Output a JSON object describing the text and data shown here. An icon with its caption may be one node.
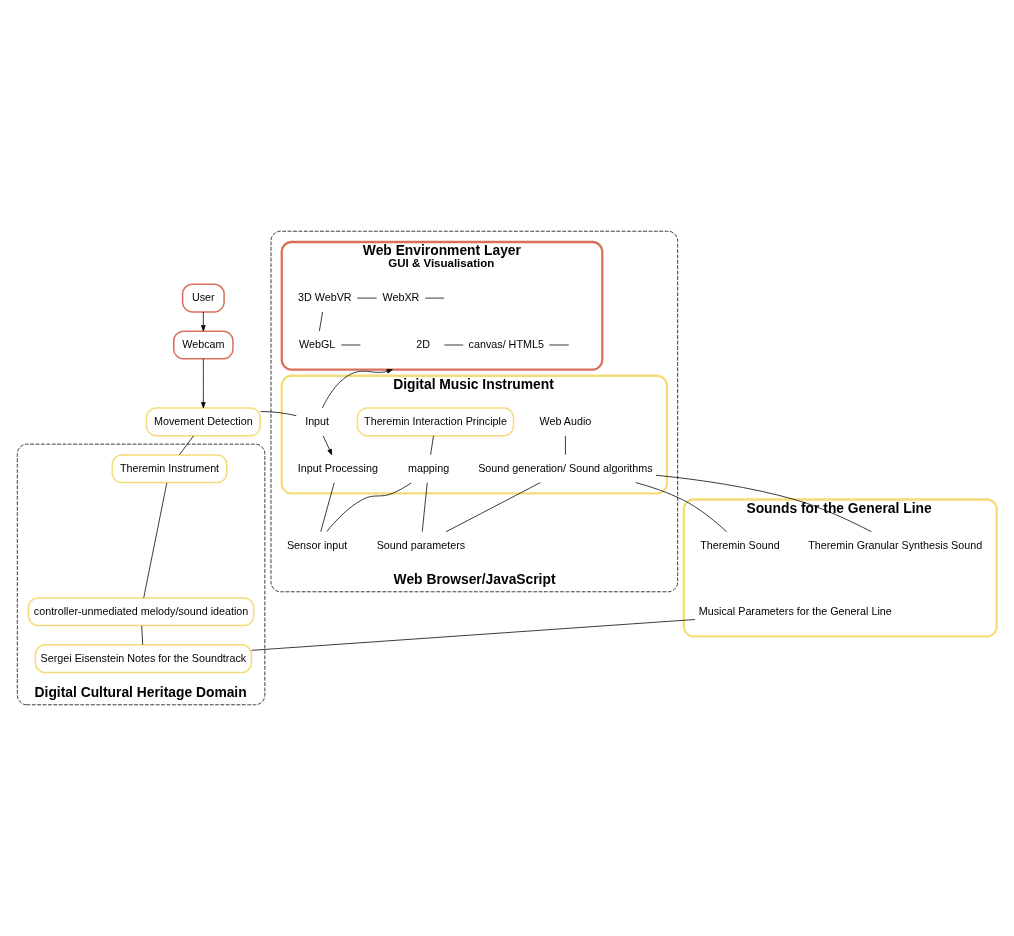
{
  "diagram": {
    "nodes": [
      {
        "text": [
          "Web Browser/JavaScript"
        ]
      },
      {
        "text": [
          "Web Environment Layer",
          "GUI & Visualisation"
        ],
        "in": 0
      },
      {
        "text": [
          "2D"
        ],
        "in": 1
      },
      {
        "text": [
          "canvas/ HTML5"
        ],
        "in": 1
      },
      {
        "text": [
          "3D WebVR"
        ],
        "in": 1
      },
      {
        "text": [
          "WebXR"
        ],
        "in": 1
      },
      {
        "text": [
          "WebGL"
        ],
        "in": 1
      },
      {
        "text": [
          "Digital Music Instrument"
        ],
        "in": 0
      },
      {
        "text": [
          "Input"
        ],
        "in": 7
      },
      {
        "text": [
          "Input Processing"
        ],
        "in": 7
      },
      {
        "text": [
          "Theremin Interaction Principle"
        ],
        "in": 7
      },
      {
        "text": [
          "mapping"
        ],
        "in": 7
      },
      {
        "text": [
          "Web Audio"
        ],
        "in": 7
      },
      {
        "text": [
          "Sound generation/ Sound algorithms"
        ],
        "in": 7
      },
      {
        "text": [
          "Sensor input"
        ],
        "in": 0
      },
      {
        "text": [
          "Sound parameters"
        ],
        "in": 0
      },
      {
        "text": [
          "User"
        ]
      },
      {
        "text": [
          "Webcam"
        ]
      },
      {
        "text": [
          "Movement Detection"
        ]
      },
      {
        "text": [
          "Sounds for the General Line"
        ]
      },
      {
        "text": [
          "Theremin Granular Synthesis Sound"
        ],
        "in": 19
      },
      {
        "text": [
          "Theremin Sound"
        ],
        "in": 19
      },
      {
        "text": [
          "Musical Parameters for the General Line"
        ],
        "in": 19
      },
      {
        "text": [
          "Digital Cultural Heritage Domain"
        ]
      },
      {
        "text": [
          "Theremin Instrument"
        ],
        "in": 23
      },
      {
        "text": [
          "controller-unmediated melody/sound ideation"
        ],
        "in": 23
      },
      {
        "text": [
          "Sergei Eisenstein Notes for the Soundtrack"
        ],
        "in": 23
      }
    ],
    "edges": [
      {
        "from": 2,
        "to": 3,
        "arrow": "none"
      },
      {
        "from": 3,
        "to": null,
        "arrow": "none"
      },
      {
        "from": 4,
        "to": 5,
        "arrow": "none"
      },
      {
        "from": 4,
        "to": 6,
        "arrow": "none"
      },
      {
        "from": 5,
        "to": null,
        "arrow": "none"
      },
      {
        "from": 6,
        "to": null,
        "arrow": "none"
      },
      {
        "from": 16,
        "to": 17,
        "arrow": "to"
      },
      {
        "from": 17,
        "to": 18,
        "arrow": "to"
      },
      {
        "from": 18,
        "to": 8,
        "arrow": "none"
      },
      {
        "from": 8,
        "to": 1,
        "arrow": "to"
      },
      {
        "from": 8,
        "to": 9,
        "arrow": "to"
      },
      {
        "from": 10,
        "to": 11,
        "arrow": "none"
      },
      {
        "from": 12,
        "to": 13,
        "arrow": "none"
      },
      {
        "from": 13,
        "to": 20,
        "arrow": "none"
      },
      {
        "from": 13,
        "to": 21,
        "arrow": "none"
      },
      {
        "from": 9,
        "to": 14,
        "arrow": "none"
      },
      {
        "from": 11,
        "to": 14,
        "arrow": "none"
      },
      {
        "from": 11,
        "to": 15,
        "arrow": "none"
      },
      {
        "from": 13,
        "to": 15,
        "arrow": "none"
      },
      {
        "from": 22,
        "to": 26,
        "arrow": "none"
      },
      {
        "from": 18,
        "to": 24,
        "arrow": "none"
      },
      {
        "from": 24,
        "to": 25,
        "arrow": "none"
      },
      {
        "from": 25,
        "to": 26,
        "arrow": "none"
      }
    ]
  }
}
